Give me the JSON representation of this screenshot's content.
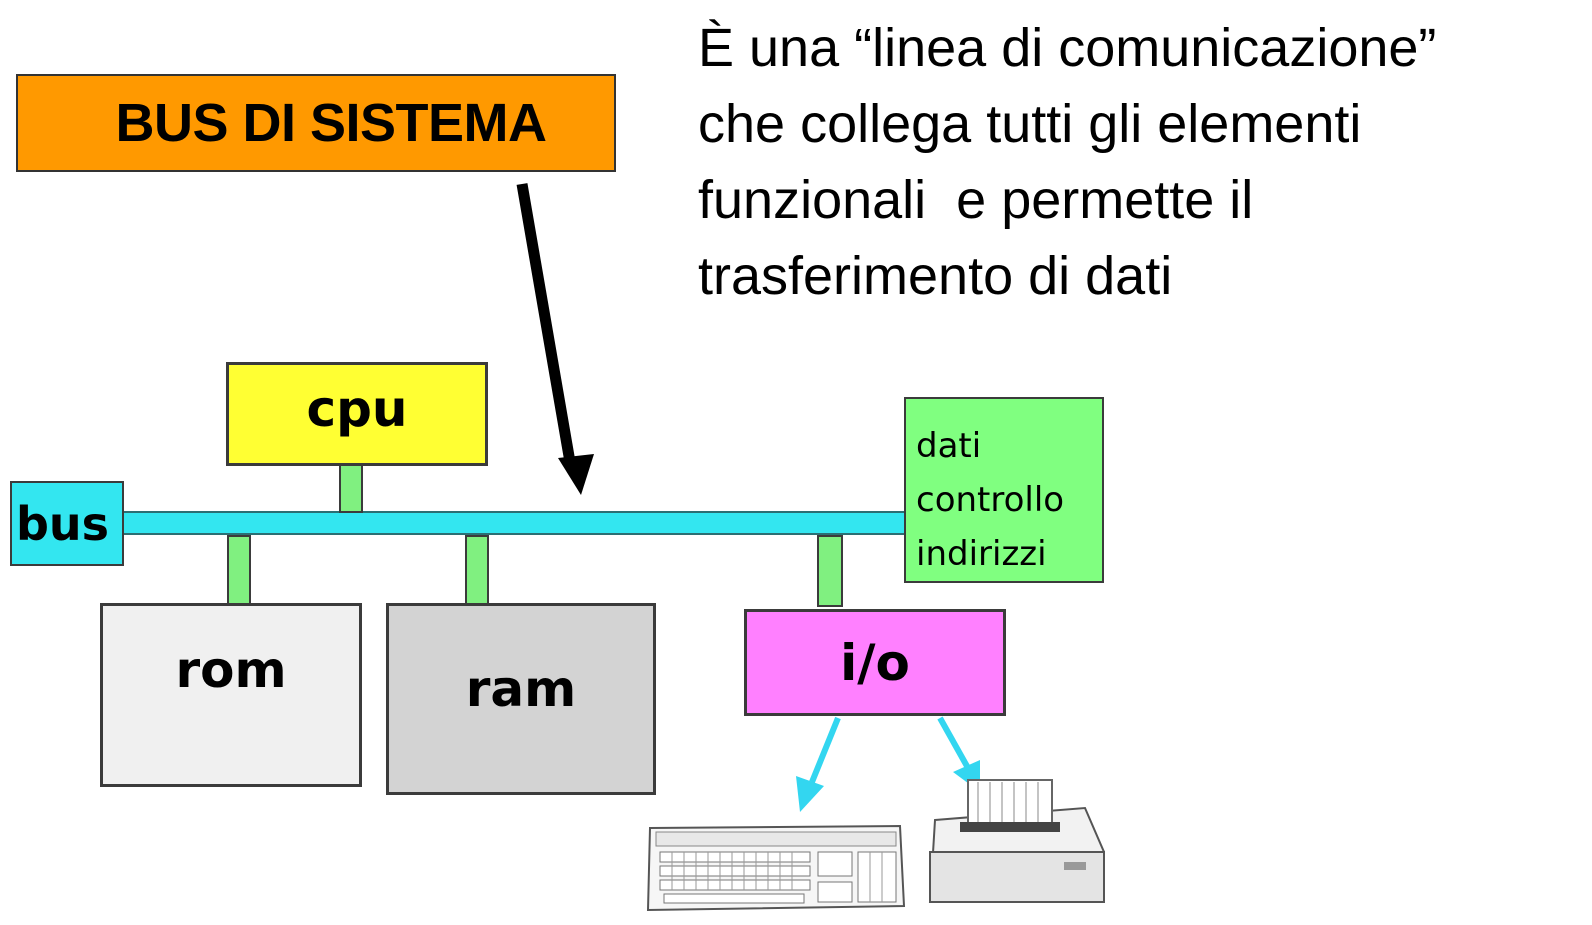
{
  "title": "BUS DI SISTEMA",
  "description": [
    "È una “linea di comunicazione”",
    "che collega tutti gli elementi",
    "funzionali  e permette il",
    "trasferimento di dati"
  ],
  "diagram": {
    "blocks": {
      "cpu": "cpu",
      "rom": "rom",
      "ram": "ram",
      "io": "i/o",
      "bus": "bus"
    },
    "bus_lines": [
      "dati",
      "controllo",
      "indirizzi"
    ],
    "peripherals": [
      "keyboard-icon",
      "printer-icon"
    ]
  },
  "colors": {
    "title_box": "#ff9900",
    "cpu": "#ffff33",
    "rom": "#f0f0f0",
    "ram": "#d3d3d3",
    "io": "#ff80ff",
    "bus": "#33e6f0",
    "legend": "#80ff80",
    "arrow_io": "#33d6f0"
  }
}
